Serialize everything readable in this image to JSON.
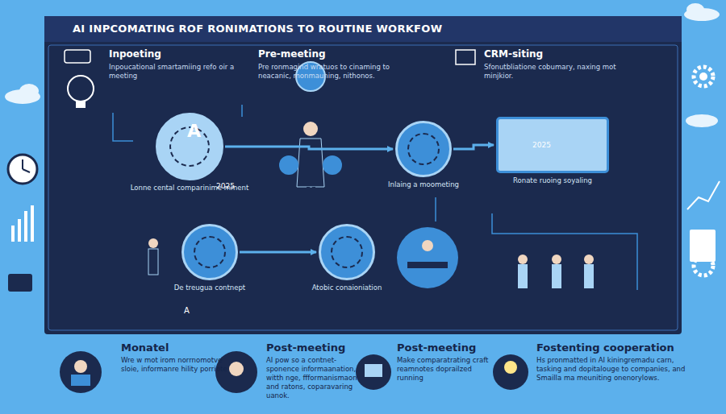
{
  "diagram": {
    "title": "AI INPCOMATING ROF RONIMATIONS TO ROUTINE WORKFOW",
    "nodes": [
      {
        "text": [
          "Inpoeting",
          "Inpoucational smartamiing refo oir a meeting"
        ]
      },
      {
        "text": [
          "Pre-meeting",
          "Pre ronmagind wratuos to cinaming to neacanic, monmauning, nithonos."
        ]
      },
      {
        "text": [
          "CRM-siting",
          "Sfonutbliatione cobumary, naxing mot minjkior."
        ]
      },
      {
        "text": [
          "Lonne cental comparinime mment"
        ]
      },
      {
        "text": [
          "Inlaing a moometing"
        ]
      },
      {
        "text": [
          "Ronate ruoing soyaling"
        ]
      },
      {
        "text": [
          "De treugua contnept"
        ]
      },
      {
        "text": [
          "Atobic conaioniation"
        ]
      },
      {
        "text": [
          "Monatel",
          "Wre w mot irom norrnomotve sloie, informanre hility porriote"
        ]
      },
      {
        "text": [
          "Post-meeting",
          "AI pow so a contnet-sponence informaanation, witth nge, ffformanismaon and ratons, coparavaring uanok."
        ]
      },
      {
        "text": [
          "Post-meeting",
          "Make comparatrating craft reamnotes doprailzed running"
        ]
      },
      {
        "text": [
          "Fostenting cooperation",
          "Hs pronmatted in AI kiningremadu carn, tasking and dopitalouge to companies, and Smailla ma meuniting onenorylows."
        ]
      }
    ],
    "edges": [
      {
        "from": 3,
        "to": 4,
        "arrow": "to"
      },
      {
        "from": 4,
        "to": 5,
        "arrow": "to"
      },
      {
        "from": 6,
        "to": 7,
        "arrow": "to"
      }
    ],
    "labels": [
      "A",
      "2025",
      "2025",
      "A"
    ]
  }
}
